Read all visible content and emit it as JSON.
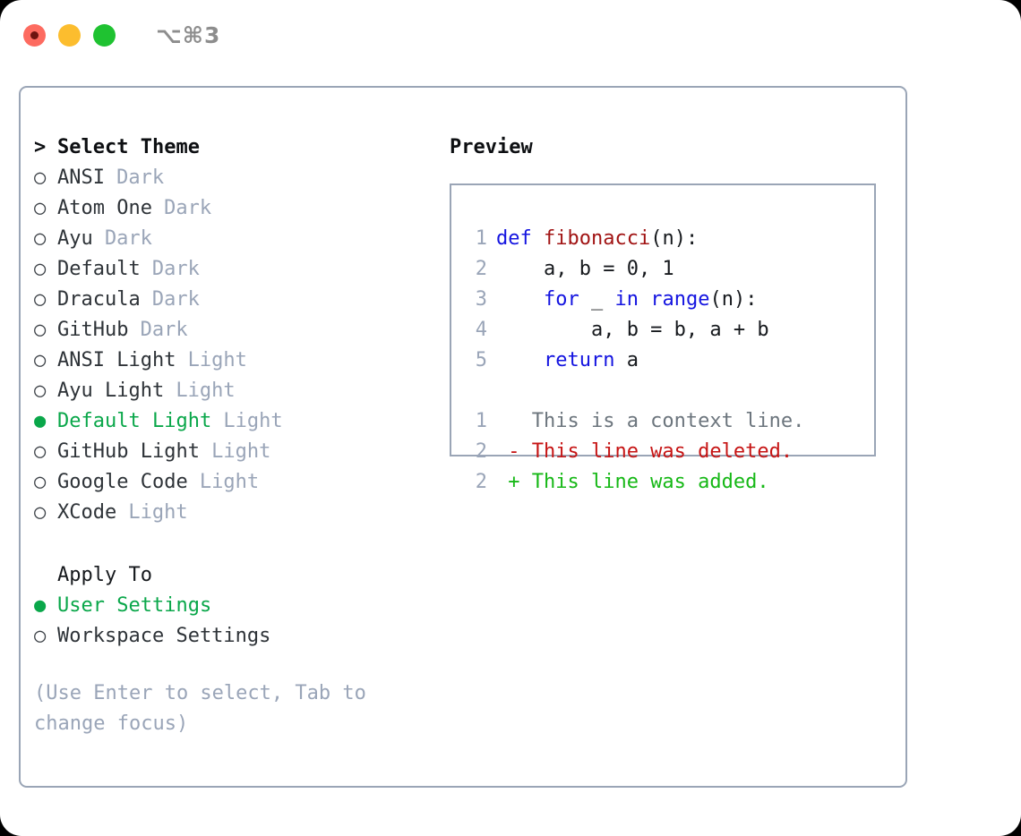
{
  "window": {
    "shortcut_title": "⌥⌘3",
    "traffic_lights": [
      "close",
      "minimize",
      "maximize"
    ]
  },
  "theme_panel": {
    "header_prefix": ">",
    "header_label": "Select Theme",
    "bullet_selected": "●",
    "bullet_unselected": "○",
    "items": [
      {
        "name": "ANSI",
        "tag": "Dark",
        "selected": false
      },
      {
        "name": "Atom One",
        "tag": "Dark",
        "selected": false
      },
      {
        "name": "Ayu",
        "tag": "Dark",
        "selected": false
      },
      {
        "name": "Default",
        "tag": "Dark",
        "selected": false
      },
      {
        "name": "Dracula",
        "tag": "Dark",
        "selected": false
      },
      {
        "name": "GitHub",
        "tag": "Dark",
        "selected": false
      },
      {
        "name": "ANSI Light",
        "tag": "Light",
        "selected": false
      },
      {
        "name": "Ayu Light",
        "tag": "Light",
        "selected": false
      },
      {
        "name": "Default Light",
        "tag": "Light",
        "selected": true
      },
      {
        "name": "GitHub Light",
        "tag": "Light",
        "selected": false
      },
      {
        "name": "Google Code",
        "tag": "Light",
        "selected": false
      },
      {
        "name": "XCode",
        "tag": "Light",
        "selected": false
      }
    ]
  },
  "apply_to": {
    "label": "Apply To",
    "options": [
      {
        "name": "User Settings",
        "selected": true
      },
      {
        "name": "Workspace Settings",
        "selected": false
      }
    ]
  },
  "hint": {
    "line1": "(Use Enter to select, Tab to",
    "line2": "change focus)"
  },
  "preview": {
    "title": "Preview",
    "code_lines": [
      {
        "num": "1",
        "tokens": [
          {
            "t": "def",
            "c": "kw"
          },
          {
            "t": " ",
            "c": "plain"
          },
          {
            "t": "fibonacci",
            "c": "fn"
          },
          {
            "t": "(n):",
            "c": "plain"
          }
        ]
      },
      {
        "num": "2",
        "tokens": [
          {
            "t": "    a, b = 0, 1",
            "c": "plain"
          }
        ]
      },
      {
        "num": "3",
        "tokens": [
          {
            "t": "    ",
            "c": "plain"
          },
          {
            "t": "for",
            "c": "kw"
          },
          {
            "t": " _ ",
            "c": "plain"
          },
          {
            "t": "in",
            "c": "kw"
          },
          {
            "t": " ",
            "c": "plain"
          },
          {
            "t": "range",
            "c": "kw"
          },
          {
            "t": "(n):",
            "c": "plain"
          }
        ]
      },
      {
        "num": "4",
        "tokens": [
          {
            "t": "        a, b = b, a + b",
            "c": "plain"
          }
        ]
      },
      {
        "num": "5",
        "tokens": [
          {
            "t": "    ",
            "c": "plain"
          },
          {
            "t": "return",
            "c": "kw"
          },
          {
            "t": " a",
            "c": "plain"
          }
        ]
      }
    ],
    "diff_lines": [
      {
        "num": "1",
        "marker": " ",
        "text": "This is a context line.",
        "kind": "diff-ctx"
      },
      {
        "num": "2",
        "marker": "-",
        "text": "This line was deleted.",
        "kind": "diff-del"
      },
      {
        "num": "2",
        "marker": "+",
        "text": "This line was added.",
        "kind": "diff-add"
      }
    ]
  },
  "colors": {
    "accent_green": "#0aa74a",
    "muted_tag": "#9aa5b8",
    "border": "#9aa5b6",
    "keyword_blue": "#1414e0",
    "function_red": "#a11414",
    "diff_delete": "#c61414",
    "diff_add": "#16b816",
    "text": "#2e3338"
  }
}
